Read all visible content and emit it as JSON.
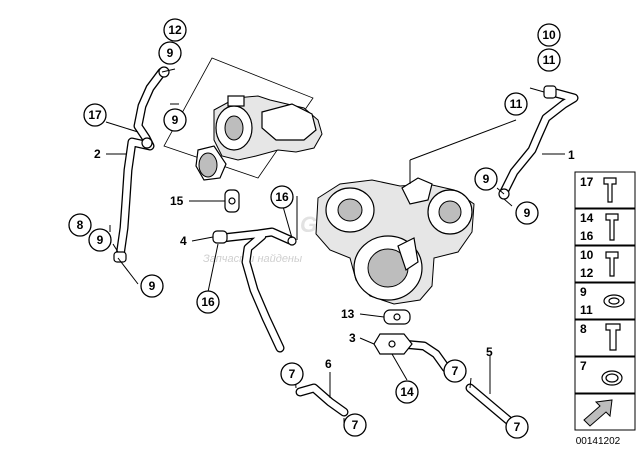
{
  "diagram_id": "00141202",
  "watermark": {
    "line1": "GLOBAL",
    "line2": "Запчасти найдены"
  },
  "callouts": [
    "1",
    "2",
    "3",
    "4",
    "5",
    "6",
    "7",
    "8",
    "9",
    "10",
    "11",
    "12",
    "13",
    "14",
    "15",
    "16",
    "17"
  ],
  "legend": [
    {
      "labels": [
        "17"
      ]
    },
    {
      "labels": [
        "14",
        "16"
      ]
    },
    {
      "labels": [
        "10",
        "12"
      ]
    },
    {
      "labels": [
        "9",
        "11"
      ]
    },
    {
      "labels": [
        "8"
      ]
    },
    {
      "labels": [
        "7"
      ]
    },
    {
      "labels": []
    }
  ]
}
